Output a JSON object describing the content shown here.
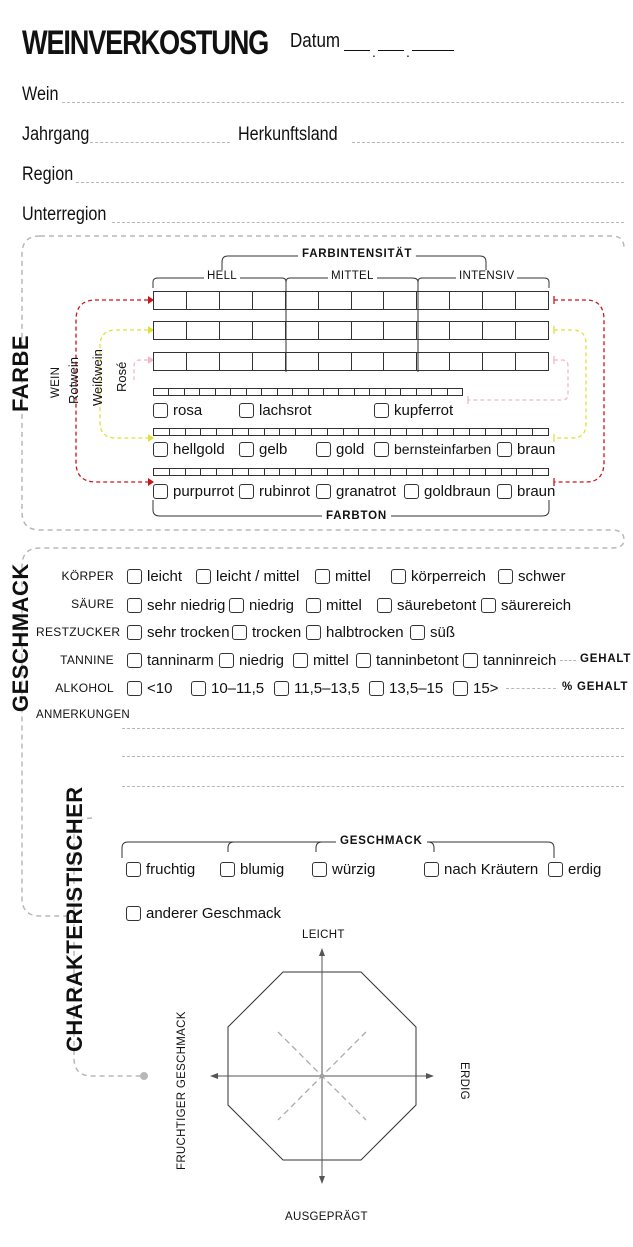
{
  "header": {
    "title": "WEINVERKOSTUNG",
    "datum_label": "Datum",
    "datum_format": "__.__.____"
  },
  "fields": {
    "wein": "Wein",
    "jahrgang": "Jahrgang",
    "herkunftsland": "Herkunftsland",
    "region": "Region",
    "unterregion": "Unterregion"
  },
  "farbe": {
    "section_label": "FARBE",
    "wein_label": "WEIN",
    "wine_types": [
      "Rotwein",
      "Weißwein",
      "Rosé"
    ],
    "intensity_title": "FARBINTENSITÄT",
    "intensity_levels": [
      "HELL",
      "MITTEL",
      "INTENSIV"
    ],
    "farbton_title": "FARBTON",
    "rose_colors": [
      "rosa",
      "lachsrot",
      "kupferrot"
    ],
    "white_colors": [
      "hellgold",
      "gelb",
      "gold",
      "bernsteinfarben",
      "braun"
    ],
    "red_colors": [
      "purpurrot",
      "rubinrot",
      "granatrot",
      "goldbraun",
      "braun"
    ]
  },
  "geschmack": {
    "section_label": "GESCHMACK",
    "rows": [
      {
        "label": "KÖRPER",
        "options": [
          "leicht",
          "leicht / mittel",
          "mittel",
          "körperreich",
          "schwer"
        ],
        "suffix": ""
      },
      {
        "label": "SÄURE",
        "options": [
          "sehr niedrig",
          "niedrig",
          "mittel",
          "säurebetont",
          "säurereich"
        ],
        "suffix": ""
      },
      {
        "label": "RESTZUCKER",
        "options": [
          "sehr trocken",
          "trocken",
          "halbtrocken",
          "süß"
        ],
        "suffix": ""
      },
      {
        "label": "TANNINE",
        "options": [
          "tanninarm",
          "niedrig",
          "mittel",
          "tanninbetont",
          "tanninreich"
        ],
        "suffix": "GEHALT"
      },
      {
        "label": "ALKOHOL",
        "options": [
          "<10",
          "10–11,5",
          "11,5–13,5",
          "13,5–15",
          "15>"
        ],
        "suffix": "% GEHALT"
      }
    ],
    "notes_label": "ANMERKUNGEN"
  },
  "charakter": {
    "section_label": "CHARAKTERISTISCHER",
    "taste_title": "GESCHMACK",
    "tastes": [
      "fruchtig",
      "blumig",
      "würzig",
      "nach Kräutern",
      "erdig"
    ],
    "other_taste": "anderer Geschmack",
    "radar_axes": {
      "top": "LEICHT",
      "bottom": "AUSGEPRÄGT",
      "left": "FRUCHTIGER GESCHMACK",
      "right": "ERDIG"
    }
  },
  "colors": {
    "red": "#c8161d",
    "yellow": "#e0e03a",
    "pink": "#f0b8c8",
    "dash_gray": "#b8b8b8"
  }
}
